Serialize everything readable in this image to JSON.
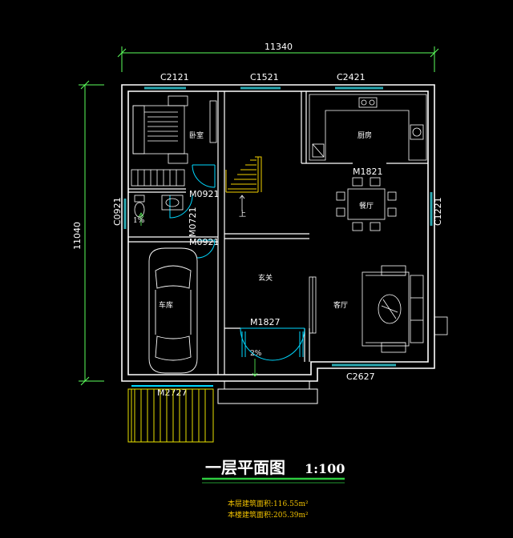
{
  "dimensions": {
    "width": "11340",
    "height": "11040"
  },
  "windows": {
    "top_left": "C2121",
    "top_mid": "C1521",
    "top_right": "C2421",
    "left": "C0921",
    "right": "C1221",
    "bottom": "C2627"
  },
  "doors": {
    "kitchen": "M1821",
    "bed_door": "M0921",
    "bath_door": "M0721",
    "garage_door": "M0921",
    "entry": "M1827",
    "garage_gate": "M2727"
  },
  "rooms": {
    "bedroom": "卧室",
    "kitchen": "厨房",
    "dining": "餐厅",
    "foyer": "玄关",
    "living": "客厅",
    "garage": "车库"
  },
  "markers": {
    "stair_up": "上",
    "bath_slope": "1%",
    "porch_slope": "2%"
  },
  "title": {
    "main": "一层平面图",
    "scale": "1:100"
  },
  "areas": {
    "floor_area": "本层建筑面积:116.55m²",
    "total_area": "本楼建筑面积:205.39m²"
  },
  "colors": {
    "wall": "#ffffff",
    "dimension": "#5cff5c",
    "window": "#2aa8b0",
    "door": "#00d8ff",
    "stair": "#f2d000",
    "ramp": "#e8e000",
    "title_underline": "#2ecc40",
    "area_text": "#f2c200"
  }
}
